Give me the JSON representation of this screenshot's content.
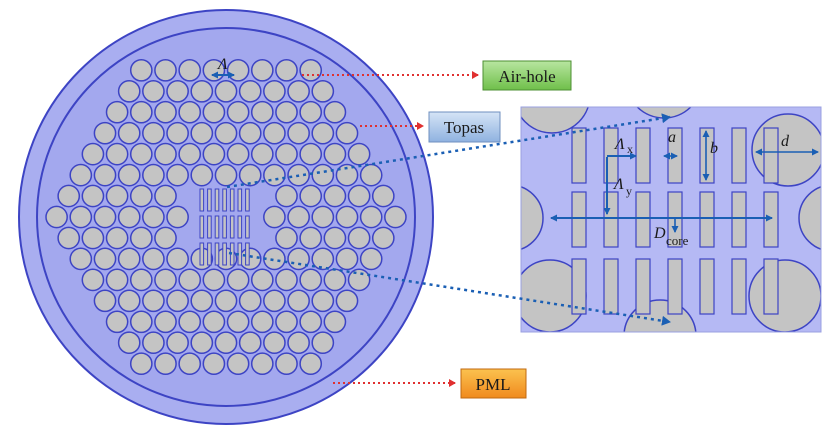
{
  "labels": {
    "air_hole": "Air-hole",
    "topas": "Topas",
    "pml": "PML"
  },
  "symbols": {
    "lambda": "Λ",
    "lambda_x": "Λ",
    "lambda_x_sub": "x",
    "lambda_y": "Λ",
    "lambda_y_sub": "y",
    "a": "a",
    "b": "b",
    "d": "d",
    "d_core": "D",
    "d_core_sub": "core"
  },
  "colors": {
    "pml_fill": "#a9aef0",
    "cladding_fill": "#a3a8ee",
    "topas_fill": "#b5b9f4",
    "hole_fill": "#c4c4c4",
    "outline": "#3d44c4",
    "pointer_red": "#e03030",
    "pointer_blue": "#1a5fb4",
    "airhole_box": "#8ccf6e",
    "topas_box": "#a7c3e6",
    "pml_box": "#f7a02e"
  }
}
